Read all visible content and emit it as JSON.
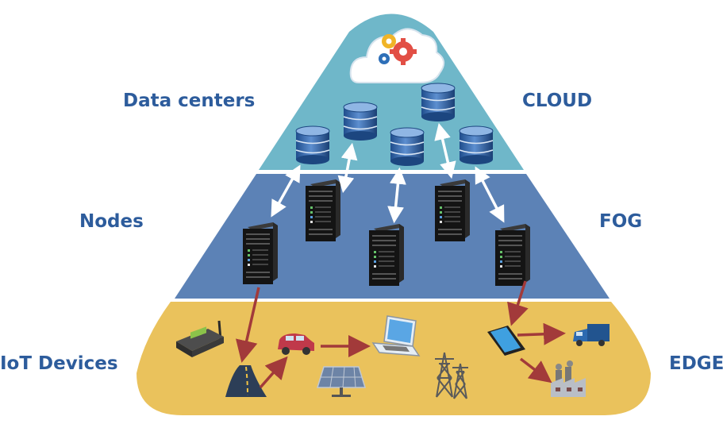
{
  "layers": {
    "cloud": {
      "name": "CLOUD",
      "description": "Data centers",
      "color": "#6fb7c9"
    },
    "fog": {
      "name": "FOG",
      "description": "Nodes",
      "color": "#5c82b6"
    },
    "edge": {
      "name": "EDGE",
      "description": "IoT Devices",
      "color": "#eac25c"
    }
  },
  "colors": {
    "label_text": "#2d5c9c",
    "data_flow_arrow": "#a23a3a",
    "sync_arrow": "#ffffff"
  },
  "icons": [
    "cloud-gears-icon",
    "database-icon",
    "server-rack-icon",
    "router-icon",
    "road-icon",
    "car-icon",
    "solar-panel-icon",
    "laptop-icon",
    "power-tower-icon",
    "smartphone-icon",
    "truck-icon",
    "factory-icon"
  ]
}
